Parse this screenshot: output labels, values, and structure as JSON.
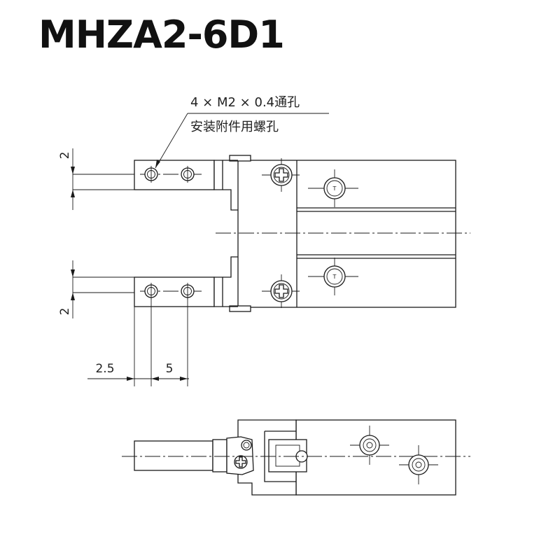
{
  "title": "MHZA2-6D1",
  "note": {
    "line1": "4 × M2 × 0.4通孔",
    "line2": "安装附件用螺孔"
  },
  "dimensions": {
    "top_offset": "2",
    "bottom_offset": "2",
    "edge_to_hole": "2.5",
    "hole_pitch": "5"
  },
  "tap_mark": "T"
}
